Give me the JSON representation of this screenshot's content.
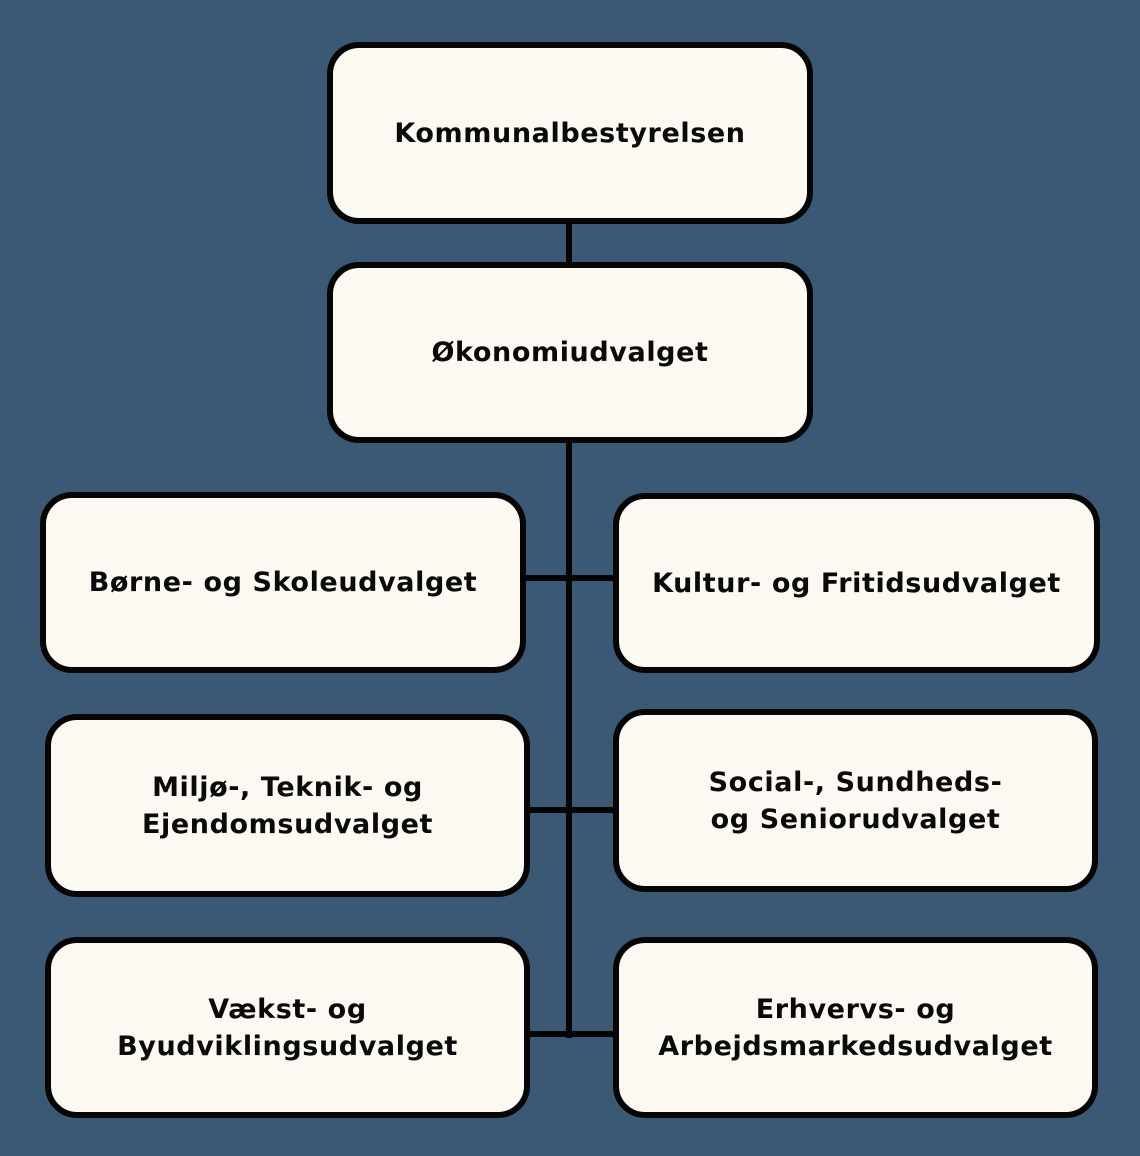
{
  "colors": {
    "background": "#3b5875",
    "box_fill": "#fcf8f2",
    "border": "#050505",
    "text": "#0a0a0a"
  },
  "org_chart": {
    "top": {
      "label": "Kommunalbestyrelsen"
    },
    "second": {
      "label": "Økonomiudvalget"
    },
    "committees": [
      {
        "side": "left",
        "row": 1,
        "lines": [
          "Børne- og Skoleudvalget"
        ]
      },
      {
        "side": "right",
        "row": 1,
        "lines": [
          "Kultur- og Fritidsudvalget"
        ]
      },
      {
        "side": "left",
        "row": 2,
        "lines": [
          "Miljø-, Teknik- og",
          "Ejendomsudvalget"
        ]
      },
      {
        "side": "right",
        "row": 2,
        "lines": [
          "Social-, Sundheds-",
          "og Seniorudvalget"
        ]
      },
      {
        "side": "left",
        "row": 3,
        "lines": [
          "Vækst- og",
          "Byudviklingsudvalget"
        ]
      },
      {
        "side": "right",
        "row": 3,
        "lines": [
          "Erhvervs- og",
          "Arbejdsmarkedsudvalget"
        ]
      }
    ]
  }
}
